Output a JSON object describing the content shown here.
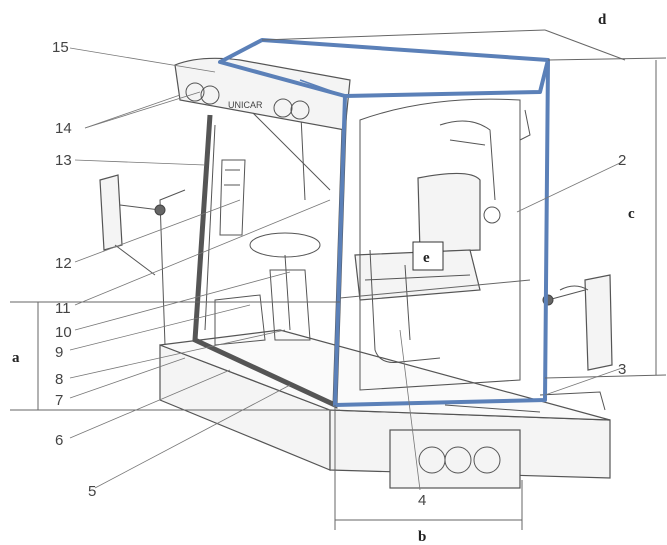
{
  "figure": {
    "part_labels": [
      "15",
      "14",
      "13",
      "12",
      "11",
      "10",
      "9",
      "8",
      "7",
      "6",
      "5",
      "4",
      "3",
      "2"
    ],
    "dimension_labels": {
      "a": "a",
      "b": "b",
      "c": "c",
      "d": "d",
      "e": "e"
    },
    "cab_logo_text": "UNICAR",
    "colors": {
      "cab_outline": "#5b80b8",
      "line_art": "#555555"
    }
  }
}
